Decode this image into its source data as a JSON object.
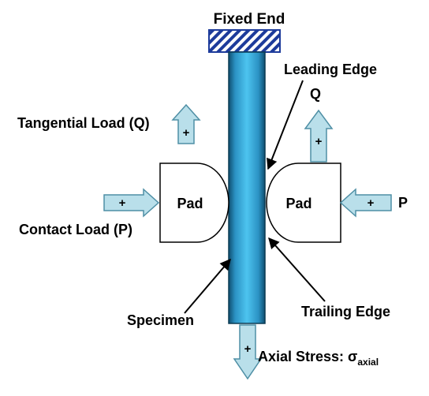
{
  "labels": {
    "fixed_end": "Fixed End",
    "leading_edge": "Leading Edge",
    "q_right": "Q",
    "tangential_load": "Tangential Load (Q)",
    "pad_left": "Pad",
    "pad_right": "Pad",
    "p_right": "P",
    "contact_load": "Contact Load (P)",
    "specimen": "Specimen",
    "trailing_edge": "Trailing Edge",
    "axial_stress": "Axial Stress: σ",
    "axial_subscript": "axial",
    "plus": "+"
  },
  "colors": {
    "specimen": "#2ea7d7",
    "arrow_fill": "#b9dfea",
    "arrow_stroke": "#4f8fa5",
    "hatch": "#1d3b9b"
  },
  "icons": {
    "load_arrow": "arrow-icon",
    "pointer": "pointer-arrow-icon"
  }
}
